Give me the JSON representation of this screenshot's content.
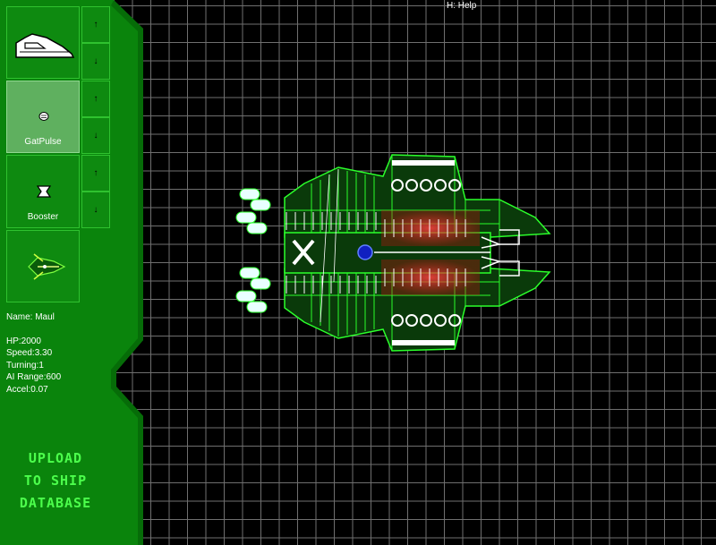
{
  "help_hint": "H: Help",
  "slots": [
    {
      "label": "",
      "icon": "hull-icon",
      "selected": false
    },
    {
      "label": "GatPulse",
      "icon": "gatpulse-icon",
      "selected": true
    },
    {
      "label": "Booster",
      "icon": "booster-icon",
      "selected": false
    },
    {
      "label": "",
      "icon": "ship-preview-icon",
      "selected": false
    }
  ],
  "arrows": {
    "up": "↑",
    "down": "↓"
  },
  "ship": {
    "name": "Name: Maul",
    "hp": "HP:2000",
    "speed": "Speed:3.30",
    "turning": "Turning:1",
    "ai_range": "AI Range:600",
    "accel": "Accel:0.07"
  },
  "upload_button": [
    "UPLOAD",
    "TO SHIP",
    "DATABASE"
  ],
  "colors": {
    "panel": "#0e8a10",
    "panel_dark": "#057a07",
    "selected_tile": "#5fb05f",
    "ship_outline": "#2bff2b",
    "thruster_glow": "#e03030"
  }
}
